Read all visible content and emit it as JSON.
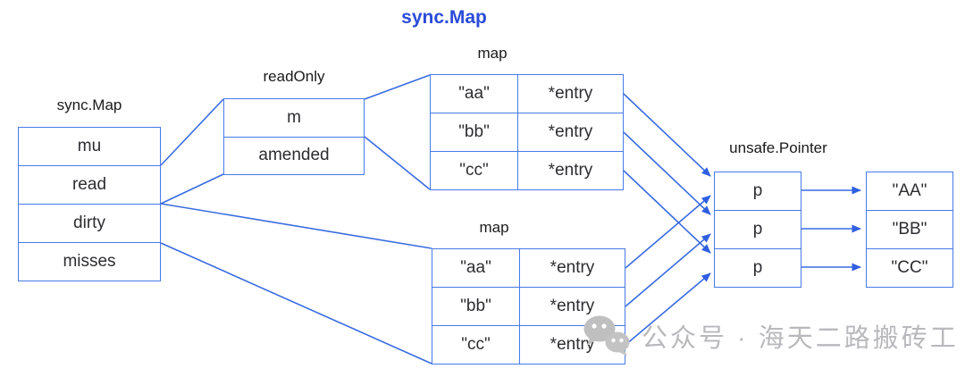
{
  "title": "sync.Map",
  "colors": {
    "line_blue": "#3a6ce0",
    "border_blue": "#477ae8",
    "title_blue": "#2b4bd9",
    "text_dark": "#2d2d31",
    "watermark_gray": "#b9b9bd"
  },
  "left_struct": {
    "label": "sync.Map",
    "fields": [
      "mu",
      "read",
      "dirty",
      "misses"
    ]
  },
  "readonly_struct": {
    "label": "readOnly",
    "fields": [
      "m",
      "amended"
    ]
  },
  "top_map": {
    "label": "map",
    "rows": [
      {
        "key": "\"aa\"",
        "value": "*entry"
      },
      {
        "key": "\"bb\"",
        "value": "*entry"
      },
      {
        "key": "\"cc\"",
        "value": "*entry"
      }
    ]
  },
  "bottom_map": {
    "label": "map",
    "rows": [
      {
        "key": "\"aa\"",
        "value": "*entry"
      },
      {
        "key": "\"bb\"",
        "value": "*entry"
      },
      {
        "key": "\"cc\"",
        "value": "*entry"
      }
    ]
  },
  "pointer_struct": {
    "label": "unsafe.Pointer",
    "fields": [
      "p",
      "p",
      "p"
    ]
  },
  "value_box": {
    "fields": [
      "\"AA\"",
      "\"BB\"",
      "\"CC\""
    ]
  },
  "watermark": {
    "icon": "wechat-icon",
    "text": "公众号 · 海天二路搬砖工"
  }
}
